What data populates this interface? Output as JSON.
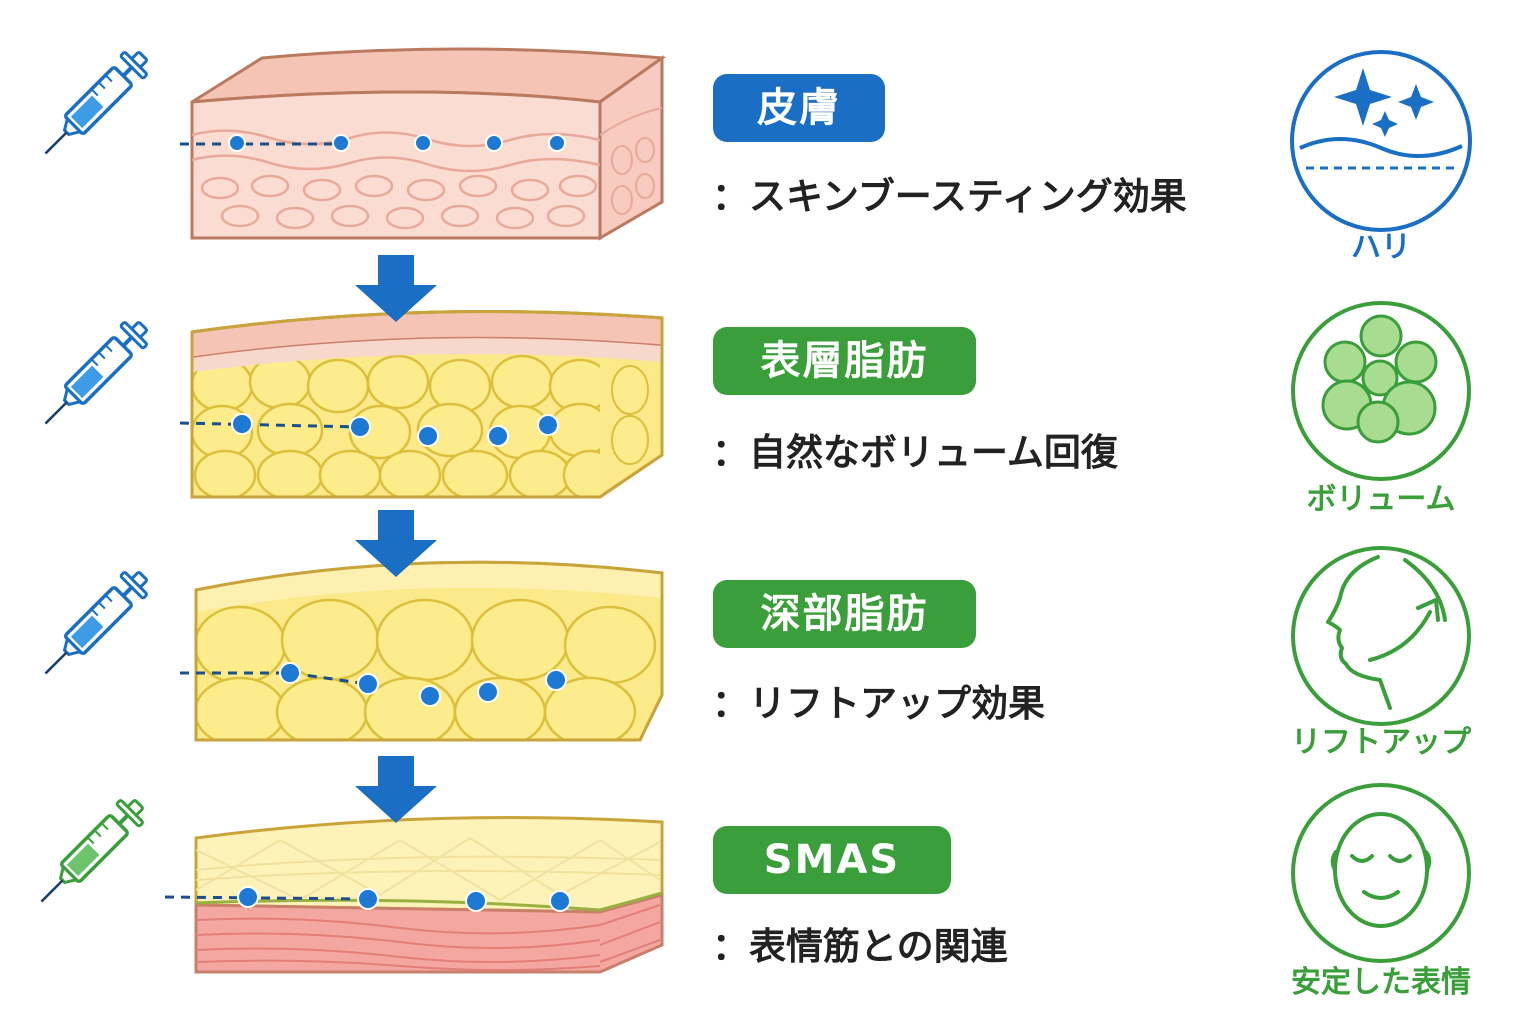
{
  "colors": {
    "blue": "#1a6fc4",
    "green": "#3a9e3a",
    "dot": "#1d79d4",
    "skin_fill": "#fbdad3",
    "skin_stroke": "#c9806a",
    "fat_fill": "#fbe98a",
    "fat_stroke": "#c9a43a",
    "muscle_fill": "#f4a7a0"
  },
  "layers": [
    {
      "badge": "皮膚",
      "description": "：スキンブースティング効果",
      "badge_color": "#1a6fc4",
      "syringe_color": "#1a6fc4",
      "syringe_icon": "syringe-icon"
    },
    {
      "badge": "表層脂肪",
      "description": "：自然なボリューム回復",
      "badge_color": "#3a9e3a",
      "syringe_color": "#1a6fc4",
      "syringe_icon": "syringe-icon"
    },
    {
      "badge": "深部脂肪",
      "description": "：リフトアップ効果",
      "badge_color": "#3a9e3a",
      "syringe_color": "#1a6fc4",
      "syringe_icon": "syringe-icon"
    },
    {
      "badge": "SMAS",
      "description": "：表情筋との関連",
      "badge_color": "#3a9e3a",
      "syringe_color": "#3a9e3a",
      "syringe_icon": "syringe-icon"
    }
  ],
  "effects": [
    {
      "label": "ハリ",
      "icon": "sparkle-icon",
      "color": "#1a6fc4"
    },
    {
      "label": "ボリューム",
      "icon": "fat-cells-icon",
      "color": "#3a9e3a"
    },
    {
      "label": "リフトアップ",
      "icon": "face-lift-icon",
      "color": "#3a9e3a"
    },
    {
      "label": "安定した表情",
      "icon": "calm-face-icon",
      "color": "#3a9e3a"
    }
  ],
  "arrows": [
    {
      "icon": "down-arrow-icon"
    },
    {
      "icon": "down-arrow-icon"
    },
    {
      "icon": "down-arrow-icon"
    }
  ]
}
